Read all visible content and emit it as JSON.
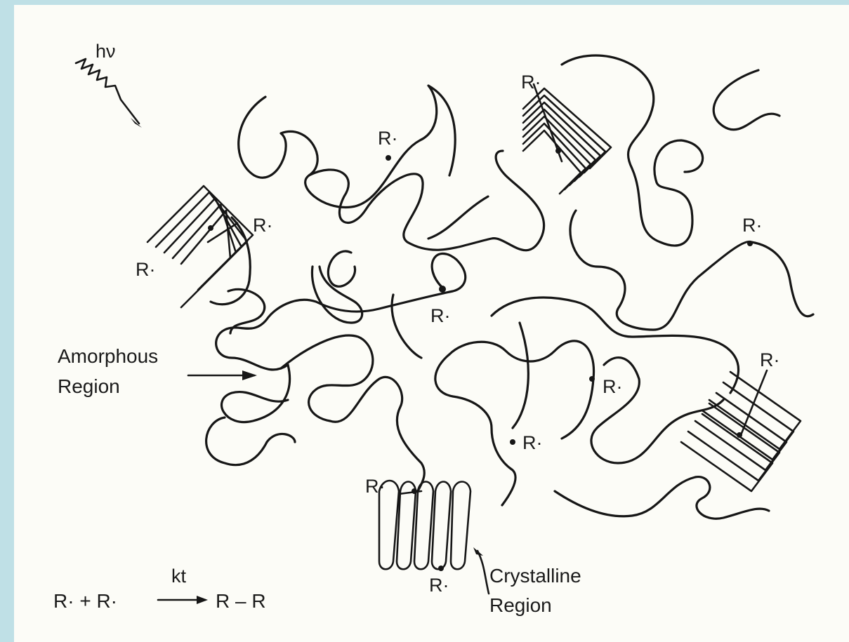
{
  "figure": {
    "photon_label": "hν",
    "radical_label": "R·",
    "amorphous_label_line1": "Amorphous",
    "amorphous_label_line2": "Region",
    "crystalline_label_line1": "Crystalline",
    "crystalline_label_line2": "Region",
    "equation": {
      "left": "R· + R·",
      "rate_constant": "kt",
      "right": "R – R"
    }
  },
  "colors": {
    "background_border": "#bfe0e6",
    "paper": "#fcfcf7",
    "ink": "#161616"
  }
}
